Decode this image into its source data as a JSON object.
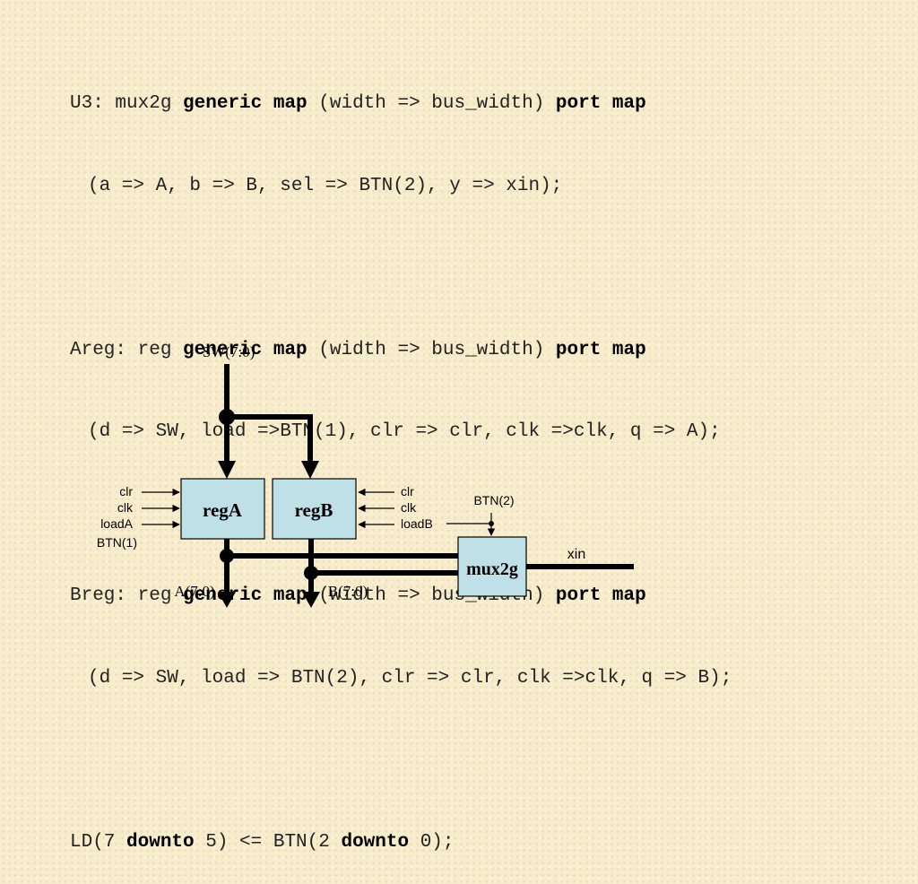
{
  "code": {
    "l1": {
      "a": "U3: mux2g ",
      "k1": "generic map",
      "b": " (width => bus_width) ",
      "k2": "port map"
    },
    "l2": "(a => A, b => B, sel => BTN(2), y => xin);",
    "l4": {
      "a": "Areg: reg ",
      "k1": "generic map",
      "b": " (width => bus_width) ",
      "k2": "port map"
    },
    "l5": "(d => SW, load =>BTN(1), clr => clr, clk =>clk, q => A);",
    "l7": {
      "a": "Breg: reg ",
      "k1": "generic map",
      "b": " (width => bus_width) ",
      "k2": "port map"
    },
    "l8": "(d => SW, load => BTN(2), clr => clr, clk =>clk, q => B);",
    "l10": {
      "a": "LD(7 ",
      "k1": "downto",
      "b": " 5) <= BTN(2 ",
      "k2": "downto",
      "c": " 0);"
    }
  },
  "diagram": {
    "sw_label": "SW(7:0)",
    "rega_label": "regA",
    "regb_label": "regB",
    "mux_label": "mux2g",
    "rega_inputs": [
      "clr",
      "clk",
      "loadA",
      "BTN(1)"
    ],
    "regb_inputs": [
      "clr",
      "clk",
      "loadB"
    ],
    "btn2_label": "BTN(2)",
    "xin_label": "xin",
    "a_out_label": "A(7:0)",
    "b_out_label": "B(7:0)",
    "box_fill": "#bfe0e6"
  }
}
